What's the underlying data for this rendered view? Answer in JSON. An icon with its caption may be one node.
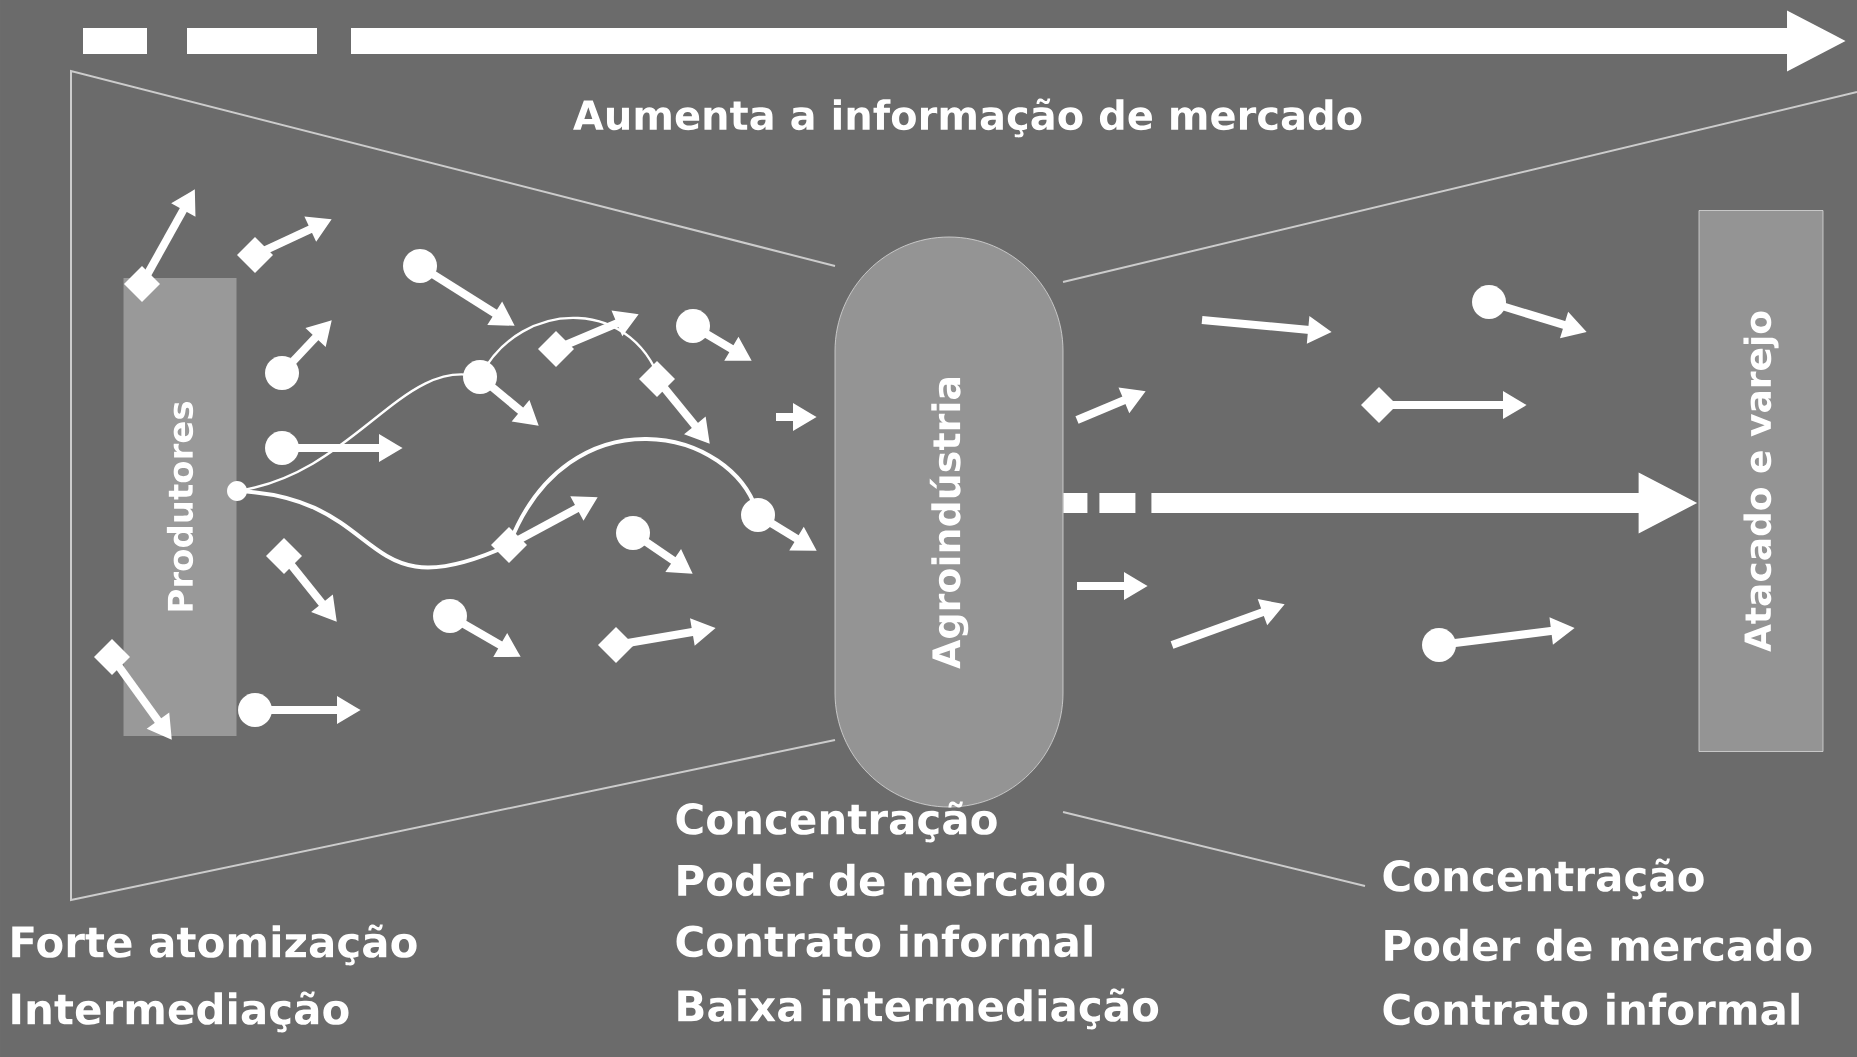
{
  "diagram": {
    "nodes": [
      {
        "text": [
          "Produtores"
        ]
      },
      {
        "text": [
          "Agroindústria"
        ]
      },
      {
        "text": [
          "Atacado e varejo"
        ]
      }
    ],
    "edges": [
      {
        "from": 1,
        "to": 2,
        "arrow": "to",
        "style": "dashed"
      }
    ],
    "labels": [
      "Aumenta a informação de mercado",
      "Forte atomização",
      "Intermediação",
      "Concentração",
      "Poder de mercado",
      "Contrato informal",
      "Baixa intermediação",
      "Concentração",
      "Poder de mercado",
      "Contrato informal"
    ]
  }
}
